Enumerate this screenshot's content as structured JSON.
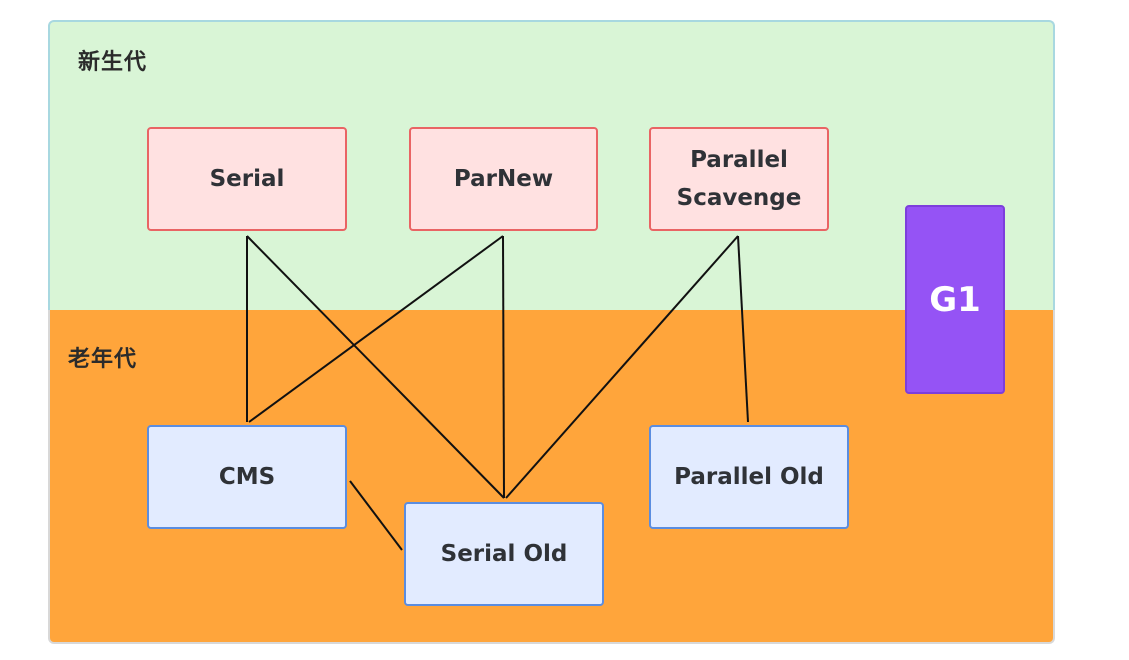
{
  "regions": {
    "young_label": "新生代",
    "old_label": "老年代"
  },
  "nodes": {
    "serial": "Serial",
    "parnew": "ParNew",
    "parallel_scavenge": "Parallel\nScavenge",
    "cms": "CMS",
    "serial_old": "Serial Old",
    "parallel_old": "Parallel Old",
    "g1": "G1"
  },
  "edges": [
    {
      "from": "serial",
      "to": "cms"
    },
    {
      "from": "serial",
      "to": "serial_old"
    },
    {
      "from": "parnew",
      "to": "cms"
    },
    {
      "from": "parnew",
      "to": "serial_old"
    },
    {
      "from": "parallel_scavenge",
      "to": "serial_old"
    },
    {
      "from": "parallel_scavenge",
      "to": "parallel_old"
    },
    {
      "from": "cms",
      "to": "serial_old"
    }
  ],
  "colors": {
    "young_region": "#d9f5d6",
    "old_region": "#ffa53b",
    "young_node_fill": "#ffe1e1",
    "young_node_border": "#e96464",
    "old_node_fill": "#e2ebff",
    "old_node_border": "#5b8de0",
    "g1_fill": "#9553f5"
  }
}
